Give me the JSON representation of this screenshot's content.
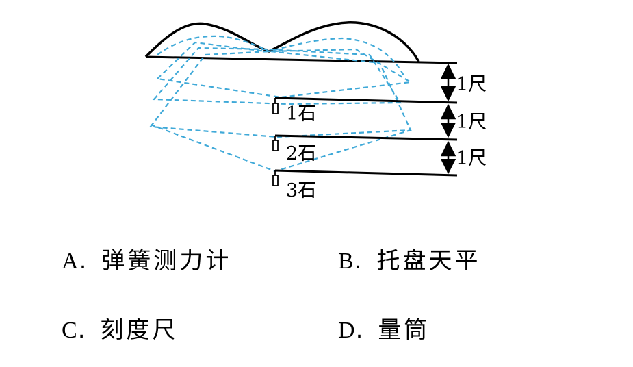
{
  "diagram": {
    "labels": {
      "unit_top": "1尺",
      "unit_middle": "1尺",
      "unit_bottom": "1尺",
      "stone_1": "1石",
      "stone_2": "2石",
      "stone_3": "3石"
    },
    "colors": {
      "line": "#000000",
      "dashed": "#3fa9d8"
    }
  },
  "options": [
    {
      "letter": "A",
      "sep": ".",
      "text": "弹簧测力计"
    },
    {
      "letter": "B",
      "sep": ".",
      "text": "托盘天平"
    },
    {
      "letter": "C",
      "sep": ".",
      "text": "刻度尺"
    },
    {
      "letter": "D",
      "sep": ".",
      "text": "量筒"
    }
  ]
}
